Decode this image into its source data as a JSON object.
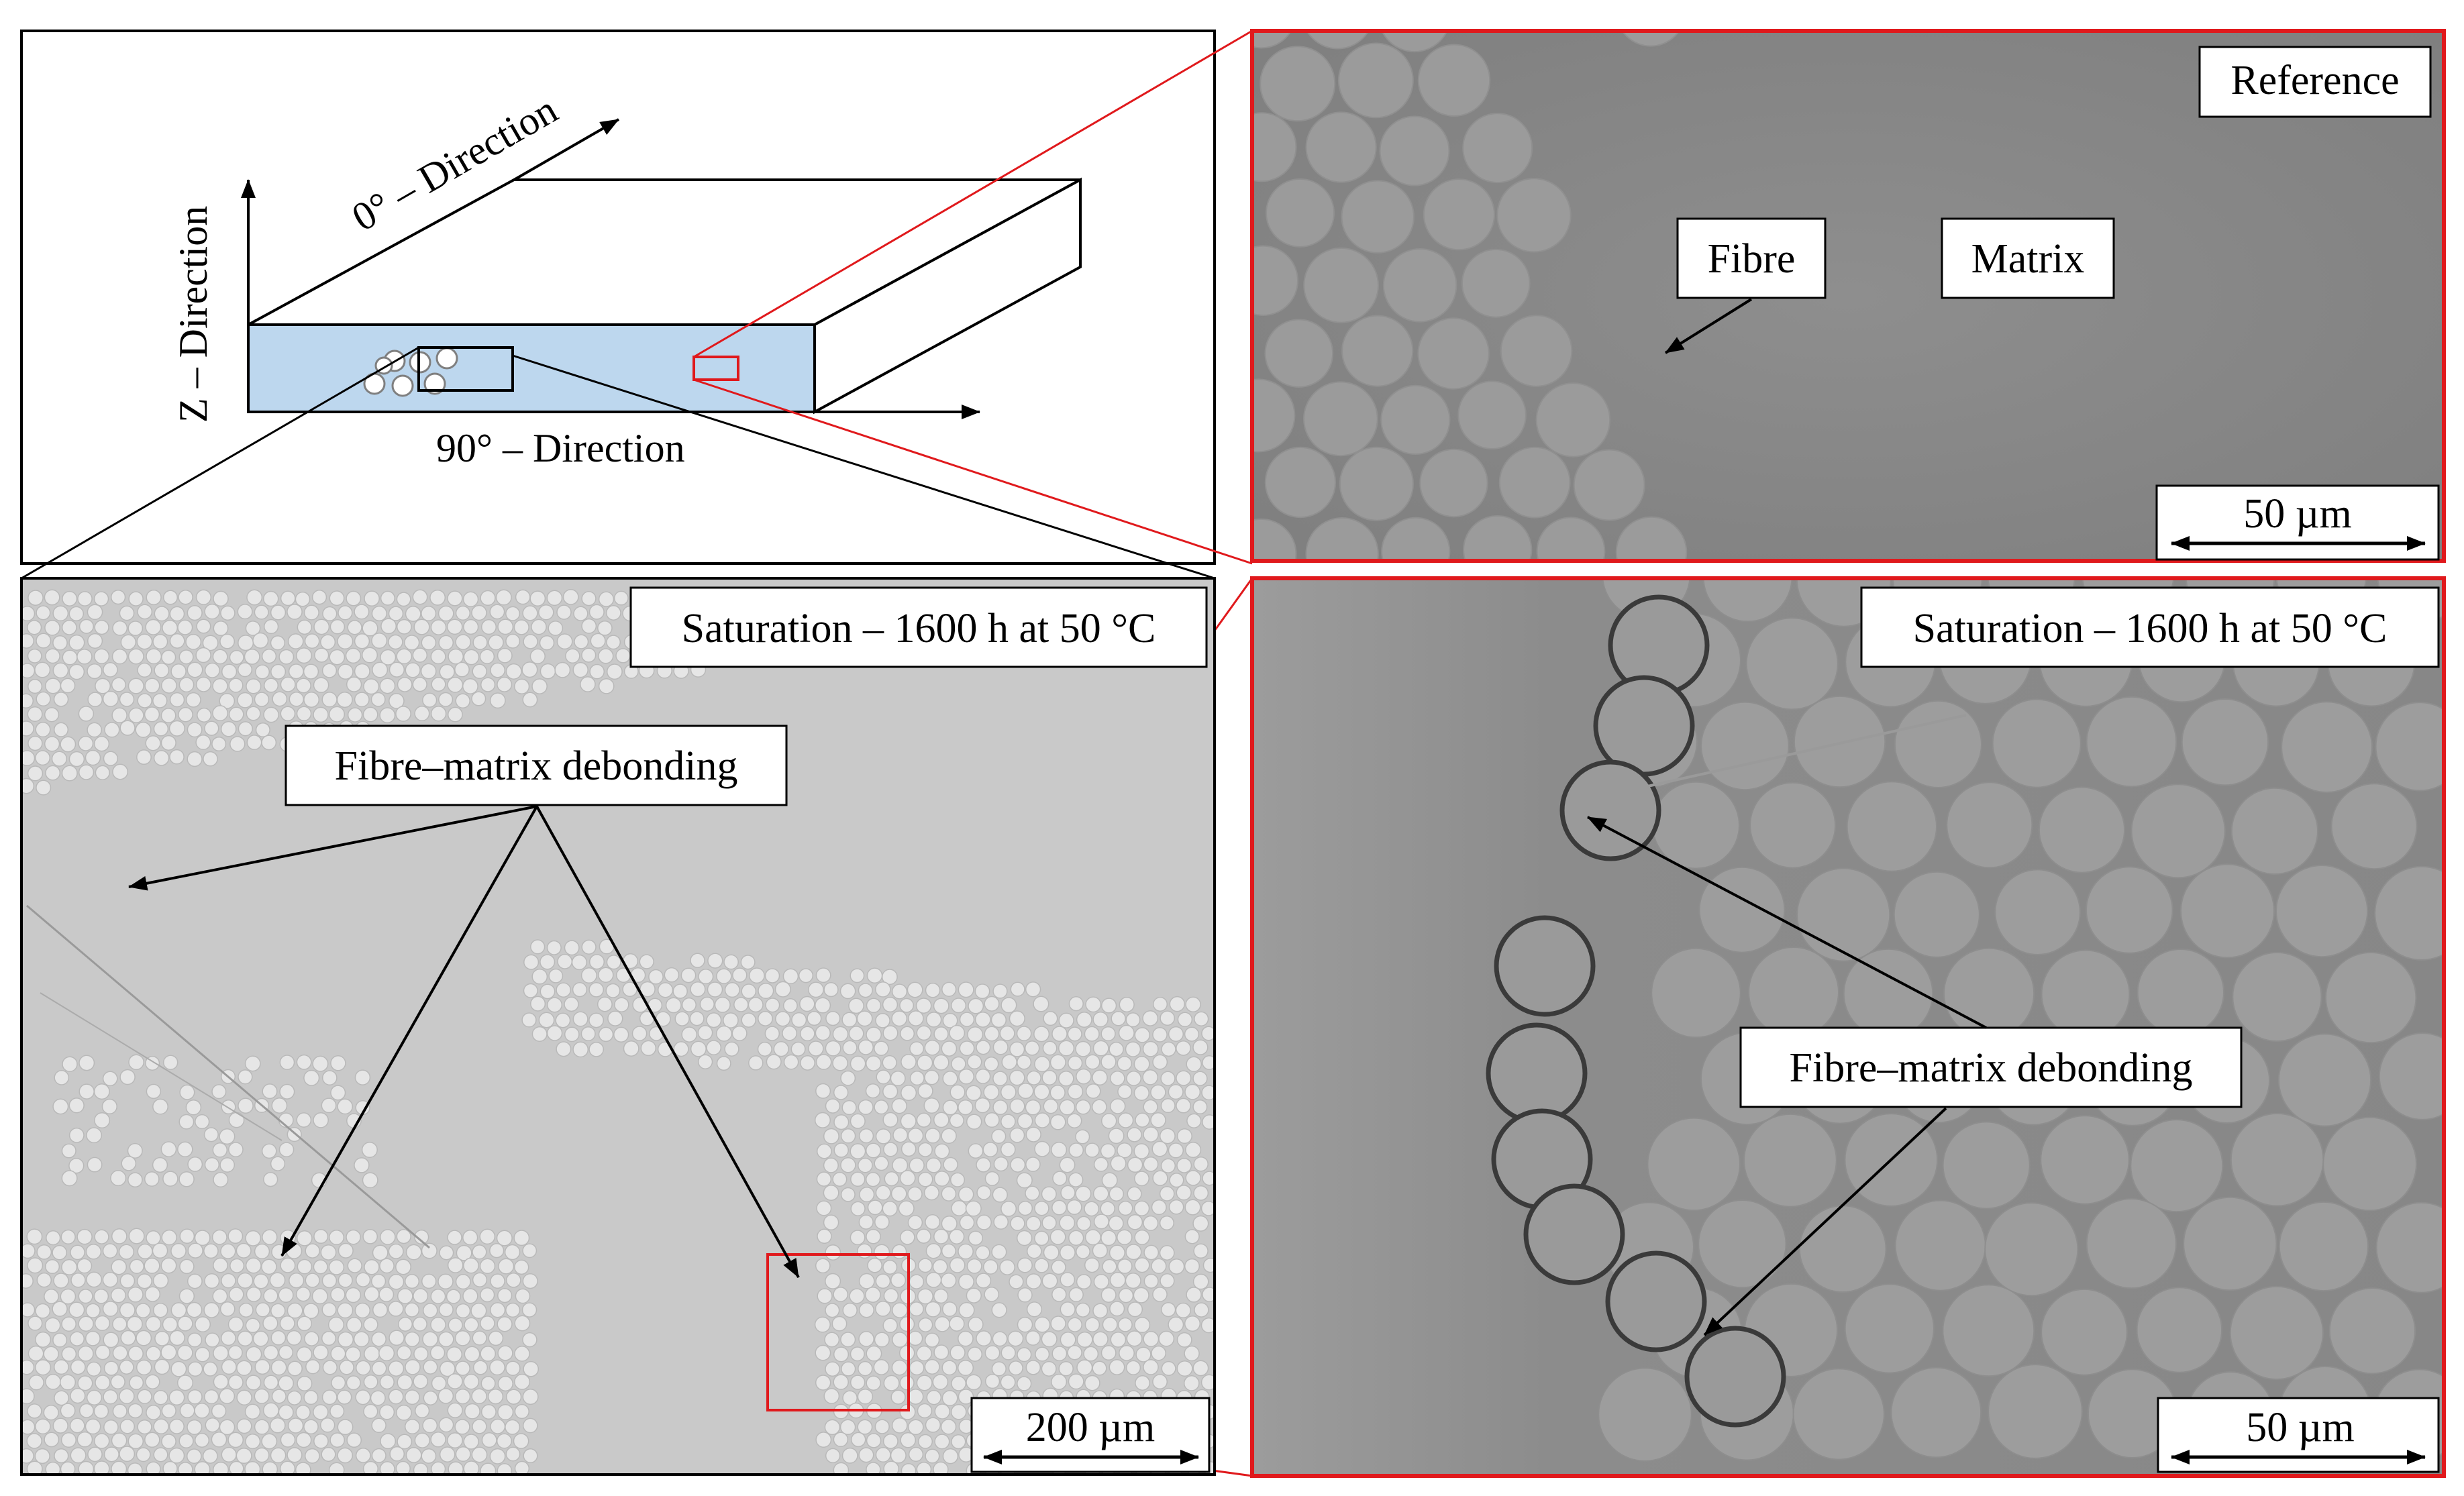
{
  "schematic": {
    "axis_0_label": "0° – Direction",
    "axis_z_label": "Z – Direction",
    "axis_90_label": "90° – Direction"
  },
  "panel_reference": {
    "title": "Reference",
    "fibre_label": "Fibre",
    "matrix_label": "Matrix",
    "scale_bar_label": "50 µm"
  },
  "panel_saturation_overview": {
    "title": "Saturation – 1600 h at 50 °C",
    "debonding_label": "Fibre–matrix debonding",
    "scale_bar_label": "200 µm"
  },
  "panel_saturation_detail": {
    "title": "Saturation – 1600 h at 50 °C",
    "debonding_label": "Fibre–matrix debonding",
    "scale_bar_label": "50 µm"
  },
  "colors": {
    "laminate_face": "#bdd7ee",
    "highlight_red": "#e0191c",
    "micrograph_gray": "#8a8a8a",
    "overview_gray": "#c9c9c9",
    "fibre_light": "#e9e9e9"
  }
}
